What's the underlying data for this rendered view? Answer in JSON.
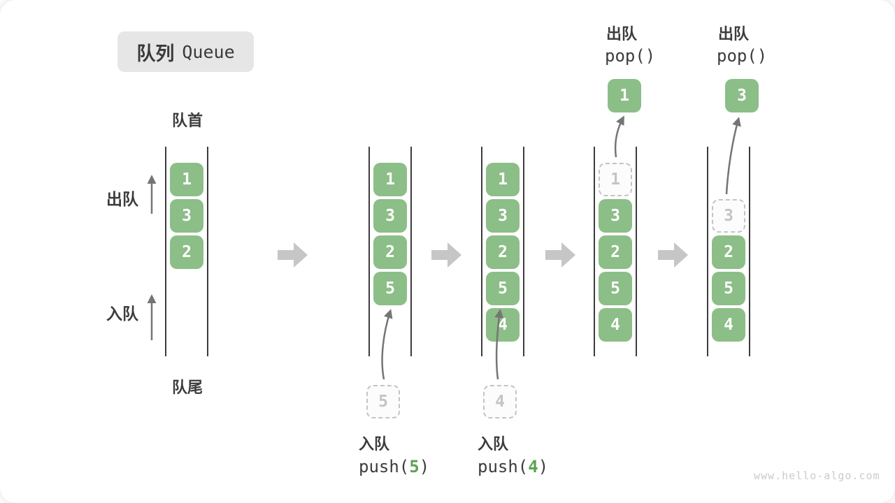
{
  "title": {
    "zh": "队列",
    "en": "Queue"
  },
  "labels": {
    "front": "队首",
    "rear": "队尾",
    "dequeue_side": "出队",
    "enqueue_side": "入队"
  },
  "stages": [
    {
      "name": "initial",
      "cells": [
        "1",
        "3",
        "2"
      ]
    },
    {
      "name": "push-5",
      "cells": [
        "1",
        "3",
        "2",
        "5"
      ],
      "pending": "5",
      "op_zh": "入队",
      "op_pre": "push(",
      "op_arg": "5",
      "op_post": ")"
    },
    {
      "name": "push-4",
      "cells": [
        "1",
        "3",
        "2",
        "5",
        "4"
      ],
      "pending": "4",
      "op_zh": "入队",
      "op_pre": "push(",
      "op_arg": "4",
      "op_post": ")"
    },
    {
      "name": "pop-1",
      "removed": "1",
      "cells": [
        "3",
        "2",
        "5",
        "4"
      ],
      "popped": "1",
      "op_zh": "出队",
      "op_code": "pop()"
    },
    {
      "name": "pop-3",
      "removed": "3",
      "cells": [
        "2",
        "5",
        "4"
      ],
      "popped": "3",
      "op_zh": "出队",
      "op_code": "pop()"
    }
  ],
  "watermark": "www.hello-algo.com",
  "colors": {
    "cell_green": "#8cbe88",
    "code_arg_green": "#5aa350",
    "dashed_gray": "#c4c4c4",
    "line_dark": "#3c3c3c",
    "block_arrow_gray": "#c6c6c6",
    "thin_arrow_gray": "#757575",
    "title_bg": "#e6e6e6",
    "watermark_gray": "#cbcbcb"
  }
}
